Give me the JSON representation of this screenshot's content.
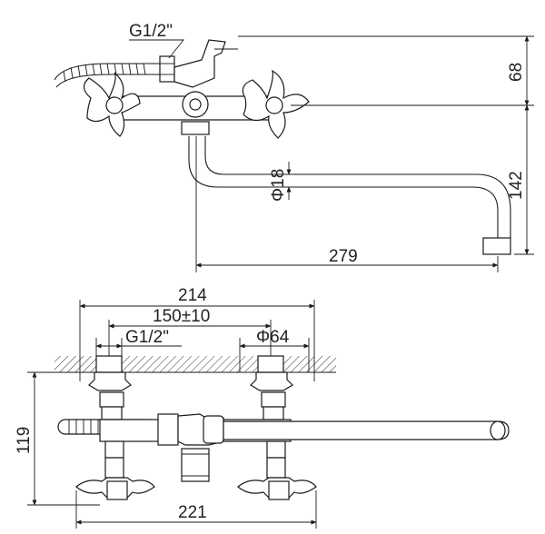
{
  "top_view": {
    "thread_label": "G1/2\"",
    "dim_height_short": "68",
    "dim_height_tall": "142",
    "dim_diameter": "Φ18",
    "dim_length": "279"
  },
  "bottom_view": {
    "dim_overall_width": "214",
    "dim_center_distance": "150±10",
    "thread_label": "G1/2\"",
    "dim_diameter": "Φ64",
    "dim_height": "119",
    "dim_handle_span": "221"
  },
  "colors": {
    "line": "#1a1a1a",
    "text": "#222222"
  }
}
